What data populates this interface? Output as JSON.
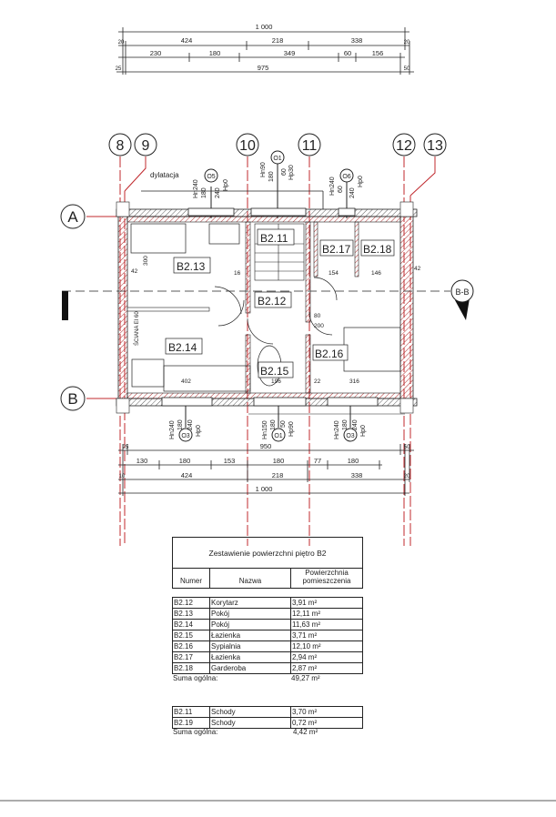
{
  "plan": {
    "grid_axes": [
      "8",
      "9",
      "10",
      "11",
      "12",
      "13"
    ],
    "grid_rows": [
      "A",
      "B"
    ],
    "section_label": "B-B",
    "dilatation_label": "dylatacja",
    "wall_label": "ŚCIANA EI 60",
    "rooms": [
      "B2.11",
      "B2.12",
      "B2.13",
      "B2.14",
      "B2.15",
      "B2.16",
      "B2.17",
      "B2.18"
    ],
    "dims_top": {
      "row1": [
        "1 000"
      ],
      "row2": [
        "20",
        "424",
        "218",
        "338",
        "20"
      ],
      "row3": [
        "230",
        "180",
        "349",
        "60",
        "156"
      ],
      "row4": [
        "25",
        "975",
        "50"
      ]
    },
    "dims_bottom": {
      "row1": [
        "25",
        "950",
        "50"
      ],
      "row2": [
        "130",
        "180",
        "153",
        "180",
        "77",
        "180"
      ],
      "row3": [
        "10",
        "424",
        "218",
        "338",
        "20"
      ],
      "row4": [
        "1 000"
      ]
    },
    "windows_top": [
      {
        "tag": "O5",
        "lines": [
          "Hn240",
          "180",
          "240",
          "Hp0"
        ]
      },
      {
        "tag": "O1",
        "lines": [
          "Hn90",
          "180",
          "60",
          "Hp30"
        ]
      },
      {
        "tag": "O6",
        "lines": [
          "Hn240",
          "60",
          "240",
          "Hp0"
        ]
      }
    ],
    "windows_bottom": [
      {
        "tag": "O3",
        "lines": [
          "Hn240",
          "180",
          "240",
          "Hp0"
        ]
      },
      {
        "tag": "O1",
        "lines": [
          "Hn150",
          "180",
          "50",
          "Hp90"
        ]
      },
      {
        "tag": "O3",
        "lines": [
          "Hn240",
          "180",
          "240",
          "Hp0"
        ]
      }
    ],
    "inner_dims": [
      "42",
      "300",
      "16",
      "154",
      "146",
      "22",
      "196",
      "316",
      "402",
      "80",
      "200",
      "42"
    ]
  },
  "table": {
    "title": "Zestawienie powierzchni piętro B2",
    "headers": [
      "Numer",
      "Nazwa",
      "Powierzchnia pomieszczenia"
    ],
    "rows": [
      [
        "B2.12",
        "Korytarz",
        "3,91 m²"
      ],
      [
        "B2.13",
        "Pokój",
        "12,11 m²"
      ],
      [
        "B2.14",
        "Pokój",
        "11,63 m²"
      ],
      [
        "B2.15",
        "Łazienka",
        "3,71 m²"
      ],
      [
        "B2.16",
        "Sypialnia",
        "12,10 m²"
      ],
      [
        "B2.17",
        "Łazienka",
        "2,94 m²"
      ],
      [
        "B2.18",
        "Garderoba",
        "2,87 m²"
      ]
    ],
    "sum_label": "Suma ogólna:",
    "sum_value": "49,27 m²",
    "rows2": [
      [
        "B2.11",
        "Schody",
        "3,70 m²"
      ],
      [
        "B2.19",
        "Schody",
        "0,72 m²"
      ]
    ],
    "sum2_label": "Suma ogólna:",
    "sum2_value": "4,42 m²"
  },
  "colors": {
    "grid": "#c0282d",
    "wall_hatch": "#b03030",
    "line": "#222222"
  }
}
